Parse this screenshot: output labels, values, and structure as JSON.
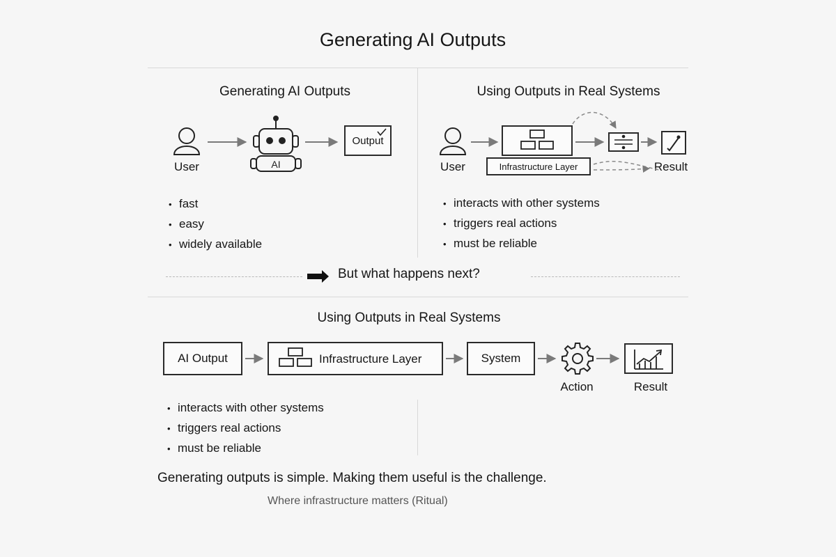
{
  "title": "Generating AI Outputs",
  "left_panel": {
    "title": "Generating AI Outputs",
    "user_label": "User",
    "robot_label": "AI",
    "output_label": "Output",
    "bullets": [
      "fast",
      "easy",
      "widely available"
    ]
  },
  "right_panel": {
    "title": "Using Outputs in Real Systems",
    "user_label": "User",
    "infra_label": "Infrastructure Layer",
    "result_label": "Result",
    "bullets": [
      "interacts with other systems",
      "triggers real actions",
      "must be reliable"
    ]
  },
  "divider": {
    "text": "But what happens next?"
  },
  "bottom_panel": {
    "title": "Using Outputs in Real Systems",
    "ai_output_label": "AI Output",
    "infra_label": "Infrastructure Layer",
    "system_label": "System",
    "action_label": "Action",
    "result_label": "Result",
    "bullets": [
      "interacts with other systems",
      "triggers real actions",
      "must be reliable"
    ]
  },
  "conclusion": "Generating outputs is simple. Making them useful is the challenge.",
  "footer": "Where infrastructure matters (Ritual)",
  "icons": {
    "user": "user-icon",
    "robot": "robot-icon",
    "checkmark": "checkmark-icon",
    "blocks": "blocks-icon",
    "filter": "filter-icon",
    "pen_check": "pen-check-icon",
    "gear": "gear-icon",
    "chart": "growth-chart-icon",
    "arrow": "bold-arrow-icon"
  },
  "colors": {
    "ink": "#161616",
    "rule": "#d8d8d8",
    "arrow": "#7a7a7a",
    "footer": "#555555"
  }
}
